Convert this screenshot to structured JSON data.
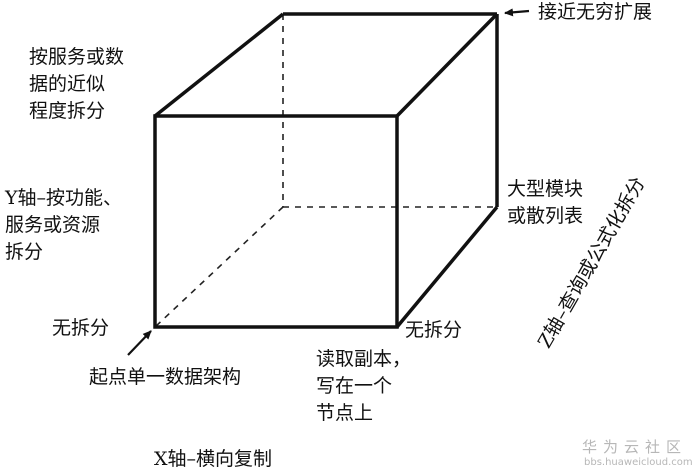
{
  "labels": {
    "top_right": "接近无穷扩展",
    "y_desc": "按服务或数\n据的近似\n程度拆分",
    "y_axis": "Y轴–按功能、\n服务或资源\n拆分",
    "origin_left": "无拆分",
    "origin": "起点单一数据架构",
    "x_end": "无拆分",
    "x_desc": "读取副本，\n写在一个\n节点上",
    "x_axis": "X轴–横向复制",
    "z_end": "大型模块\n或散列表",
    "z_axis": "Z轴–查询或公式化拆分"
  },
  "watermark": {
    "brand": "华为云社区",
    "url": "bbs.huaweicloud.com"
  }
}
